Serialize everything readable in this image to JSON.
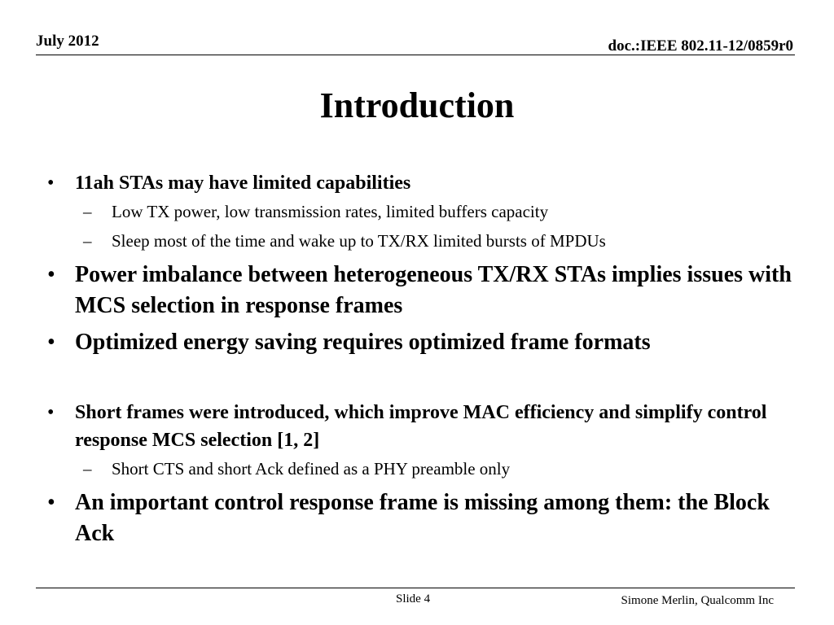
{
  "header": {
    "date": "July 2012",
    "doc_id": "doc.:IEEE 802.11-12/0859r0"
  },
  "slide": {
    "title": "Introduction",
    "bullets": [
      {
        "text": "11ah STAs may have limited capabilities",
        "subs": [
          "Low  TX power, low transmission rates, limited buffers capacity",
          "Sleep most of the time and wake up to TX/RX limited bursts of MPDUs"
        ]
      },
      {
        "text": "Power imbalance between heterogeneous TX/RX STAs implies issues with MCS selection in response frames"
      },
      {
        "text": "Optimized energy saving requires optimized frame formats"
      },
      {
        "text": "Short frames were introduced, which improve MAC efficiency and simplify control response MCS selection  [1, 2]",
        "subs": [
          "Short CTS and short Ack defined as a  PHY preamble only"
        ]
      },
      {
        "text": "An important control response frame is missing among them: the Block Ack"
      }
    ]
  },
  "footer": {
    "slide_number": "Slide 4",
    "author": "Simone Merlin, Qualcomm Inc"
  }
}
